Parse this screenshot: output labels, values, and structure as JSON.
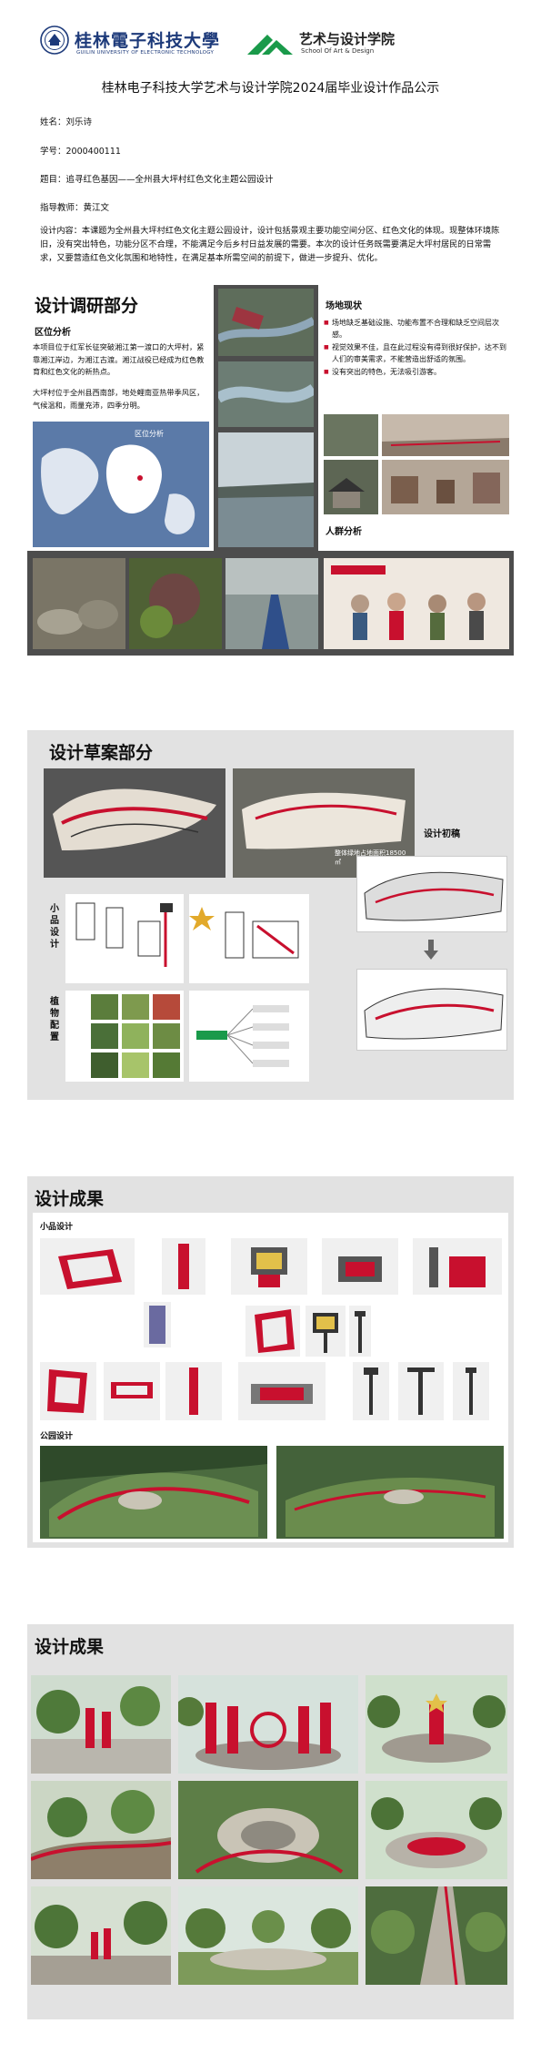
{
  "header": {
    "school_name_cn": "桂林電子科技大學",
    "school_name_en": "GUILIN UNIVERSITY OF ELECTRONIC TECHNOLOGY",
    "college_name_cn": "艺术与设计学院",
    "college_name_en": "School Of Art & Design"
  },
  "title": "桂林电子科技大学艺术与设计学院2024届毕业设计作品公示",
  "info": {
    "name": "姓名：刘乐诗",
    "student_id": "学号：2000400111",
    "topic": "题目：追寻红色基因——全州县大坪村红色文化主题公园设计",
    "advisor": "指导教师：黄江文",
    "description": "设计内容：本课题为全州县大坪村红色文化主题公园设计，设计包括景观主要功能空间分区、红色文化的体现。现整体环境陈旧，没有突出特色，功能分区不合理，不能满足今后乡村日益发展的需要。本次的设计任务既需要满足大坪村居民的日常需求，又要营造红色文化氛围和地特性，在满足基本所需空间的前提下，做进一步提升、优化。"
  },
  "research": {
    "title": "设计调研部分",
    "location_title": "区位分析",
    "location_text_1": "本项目位于红军长征突破湘江第一渡口的大坪村，紧靠湘江岸边，为湘江古渡。湘江战役已经成为红色教育和红色文化的新热点。",
    "location_text_2": "大坪村位于全州县西南部，地处鲤南亚热带季风区，气候温和，雨量充沛，四季分明。",
    "map_caption": "区位分析",
    "site_title": "场地现状",
    "site_items": [
      "场地缺乏基础设施、功能布置不合理和缺乏空间层次感。",
      "视觉效果不佳，且在此过程没有得到很好保护，达不到人们的审美需求，不能营造出舒适的氛围。",
      "没有突出的特色，无法吸引游客。"
    ],
    "crowd_title": "人群分析"
  },
  "sketch": {
    "title": "设计草案部分",
    "initial_draft": "设计初稿",
    "small_design_label": "小品设计",
    "plant_label": "植物配置",
    "area_note": "整体绿地占地面积18500㎡"
  },
  "result1": {
    "title": "设计成果",
    "small_design": "小品设计",
    "park_design": "公园设计"
  },
  "result2": {
    "title": "设计成果"
  },
  "colors": {
    "panel_bg": "#4d4d4d",
    "accent_red": "#c8102e",
    "navy": "#1d3a7a",
    "green": "#1a9a4a"
  }
}
